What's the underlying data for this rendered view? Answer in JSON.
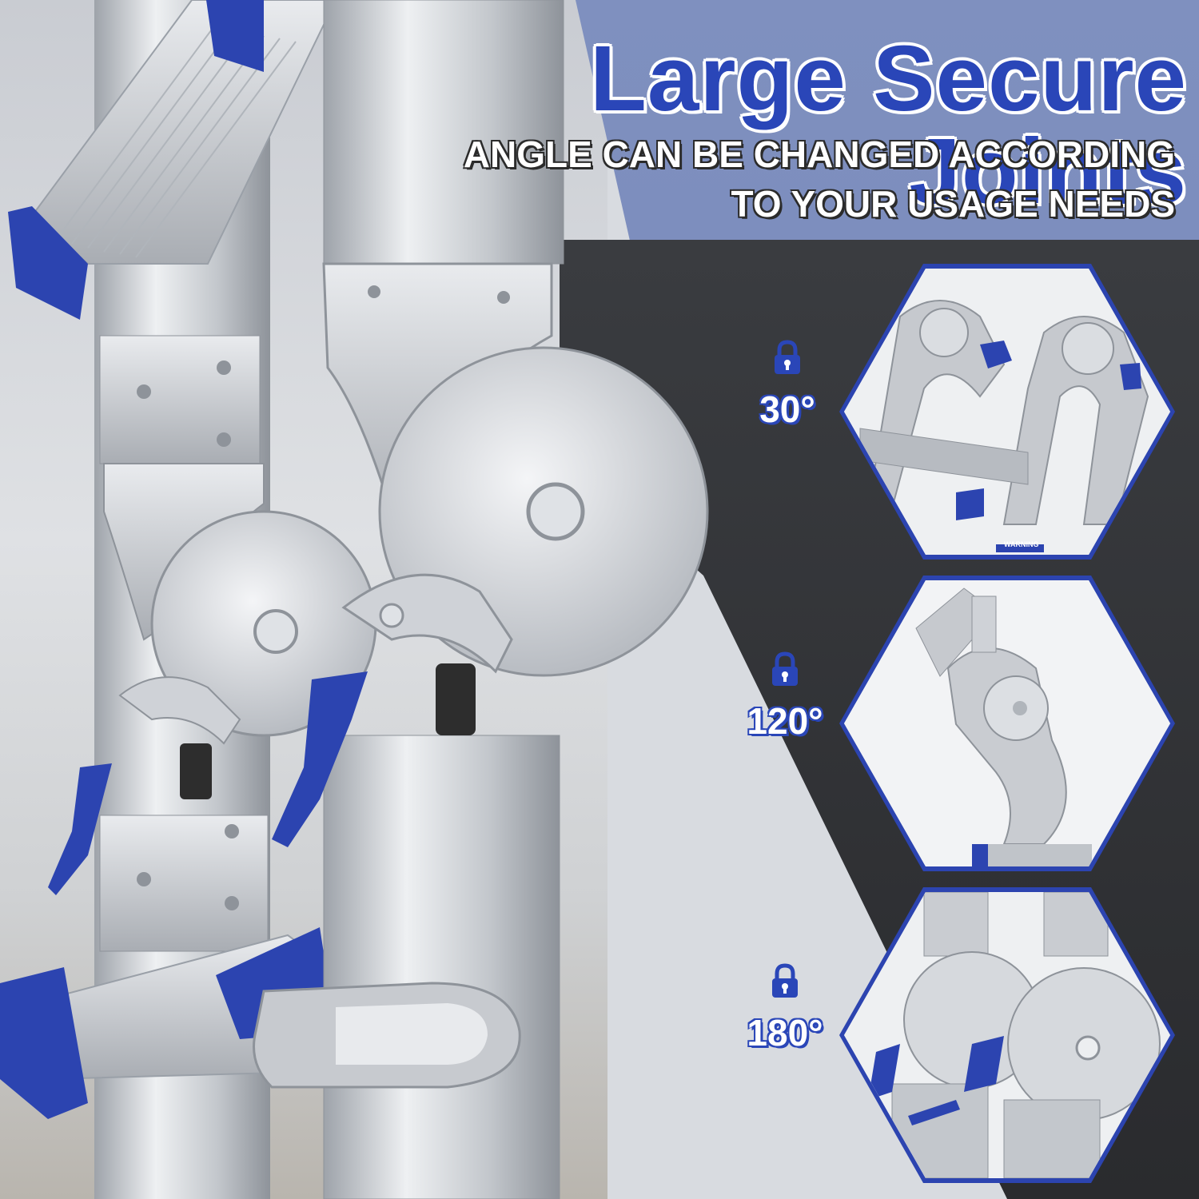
{
  "headline": {
    "title": "Large Secure Joints",
    "subtitle_line1": "ANGLE CAN BE CHANGED ACCORDING",
    "subtitle_line2": "TO YOUR USAGE NEEDS"
  },
  "angles": [
    {
      "label": "30°",
      "icon": "lock-icon"
    },
    {
      "label": "120°",
      "icon": "lock-icon"
    },
    {
      "label": "180°",
      "icon": "lock-icon"
    }
  ],
  "photo_text": {
    "warning_label": "WARNING"
  },
  "colors": {
    "brand_blue": "#2a46b8",
    "panel_blue": "#7486b9",
    "dark_panel": "#2e3033",
    "metal": "#c9ccd1"
  }
}
